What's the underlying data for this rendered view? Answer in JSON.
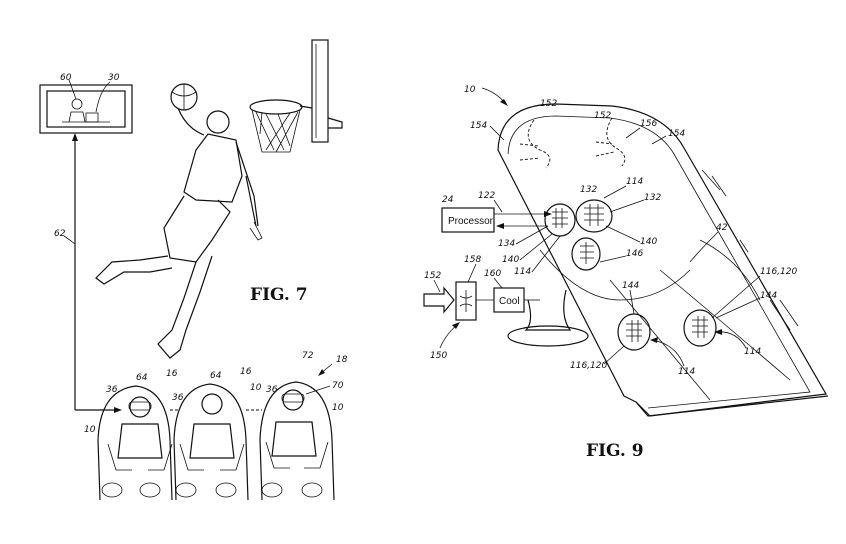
{
  "figures": {
    "fig7": "FIG. 7",
    "fig9": "FIG. 9"
  },
  "labels": {
    "r60": "60",
    "r30": "30",
    "r62": "62",
    "r18": "18",
    "r72": "72",
    "r70": "70",
    "r64a": "64",
    "r64b": "64",
    "r16a": "16",
    "r16b": "16",
    "r36a": "36",
    "r36b": "36",
    "r36c": "36",
    "r10a": "10",
    "r10b": "10",
    "r10c": "10",
    "r10d": "10",
    "n10": "10",
    "n152a": "152",
    "n152b": "152",
    "n154a": "154",
    "n154b": "154",
    "n156": "156",
    "n24": "24",
    "n122": "122",
    "n132a": "132",
    "n132b": "132",
    "n114a": "114",
    "n114b": "114",
    "n114c": "114",
    "n114d": "114",
    "n134": "134",
    "n140a": "140",
    "n140b": "140",
    "n146": "146",
    "n42": "42",
    "n158": "158",
    "n160": "160",
    "n152c": "152",
    "n144a": "144",
    "n144b": "144",
    "n116a": "116,120",
    "n116b": "116,120",
    "n150": "150"
  },
  "boxes": {
    "processor": "Processor",
    "cool": "Cool"
  }
}
